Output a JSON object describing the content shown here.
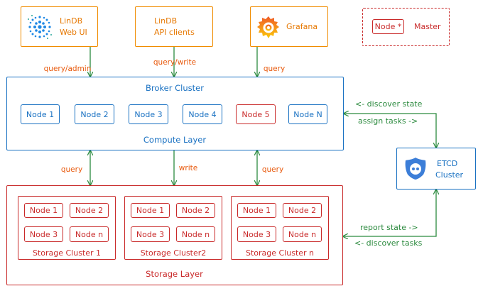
{
  "clients": {
    "web_ui_line1": "LinDB",
    "web_ui_line2": "Web UI",
    "api_line1": "LinDB",
    "api_line2": "API clients",
    "grafana": "Grafana"
  },
  "legend": {
    "node_label": "Node",
    "star": "*",
    "master": "Master"
  },
  "edges": {
    "query_admin": "query/admin",
    "query_write": "query/write",
    "query": "query",
    "write": "write",
    "discover_state": "<- discover state",
    "assign_tasks": "assign tasks ->",
    "report_state": "report state ->",
    "discover_tasks": "<- discover tasks"
  },
  "broker": {
    "title": "Broker Cluster",
    "layer": "Compute Layer",
    "nodes": [
      "Node 1",
      "Node 2",
      "Node 3",
      "Node 4",
      "Node 5",
      "Node N"
    ]
  },
  "etcd": {
    "line1": "ETCD",
    "line2": "Cluster"
  },
  "storage": {
    "layer": "Storage Layer",
    "clusters": [
      {
        "name": "Storage Cluster 1",
        "nodes": [
          "Node 1",
          "Node 2",
          "Node 3",
          "Node n"
        ]
      },
      {
        "name": "Storage Cluster2",
        "nodes": [
          "Node 1",
          "Node 2",
          "Node 3",
          "Node n"
        ]
      },
      {
        "name": "Storage Cluster n",
        "nodes": [
          "Node 1",
          "Node 2",
          "Node 3",
          "Node n"
        ]
      }
    ]
  },
  "colors": {
    "client": "#f08c00",
    "compute": "#1971c2",
    "storage": "#c92a2a",
    "edge": "#2b8a3e",
    "edge_label": "#e8590c",
    "etcd_icon": "#3c7ed8"
  }
}
